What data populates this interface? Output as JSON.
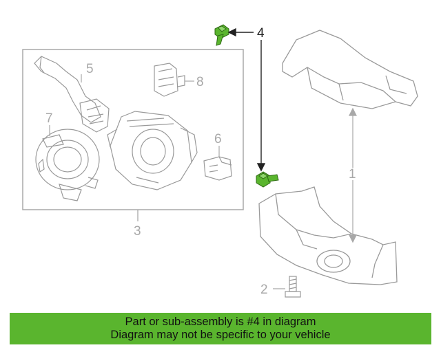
{
  "callouts": {
    "c1": "1",
    "c2": "2",
    "c3": "3",
    "c4": "4",
    "c5": "5",
    "c6": "6",
    "c7": "7",
    "c8": "8"
  },
  "highlighted_part": "4",
  "colors": {
    "highlight": "#5ab52e",
    "line": "#a8a8a8",
    "drawing": "#9a9a9a"
  },
  "banner": {
    "line1": "Part or sub-assembly is #4 in diagram",
    "line2": "Diagram may not be specific to your vehicle"
  }
}
